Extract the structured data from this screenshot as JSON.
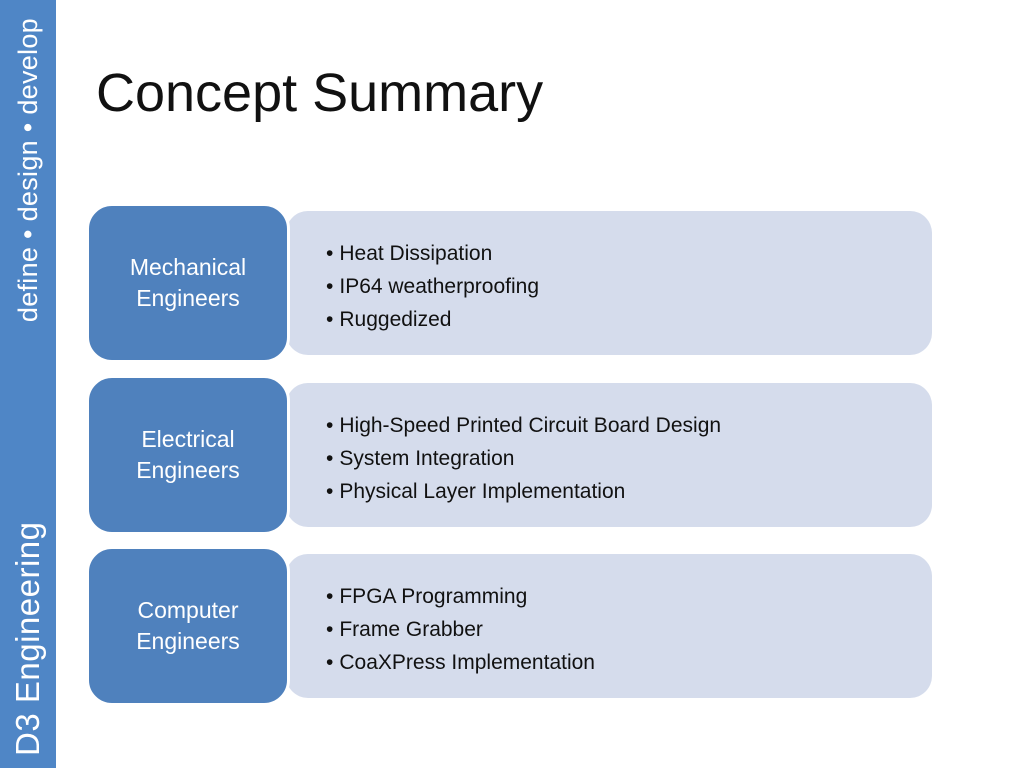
{
  "sidebar": {
    "brand": "D3 Engineering",
    "tagline": "define • design • develop"
  },
  "slide": {
    "title": "Concept Summary"
  },
  "colors": {
    "sidebar": "#4f86c6",
    "group_box": "#4f81bd",
    "detail_box": "#d5dcec"
  },
  "groups": [
    {
      "line1": "Mechanical",
      "line2": "Engineers",
      "items": [
        "Heat Dissipation",
        "IP64 weatherproofing",
        "Ruggedized"
      ]
    },
    {
      "line1": "Electrical",
      "line2": "Engineers",
      "items": [
        "High-Speed Printed Circuit Board Design",
        "System Integration",
        "Physical Layer Implementation"
      ]
    },
    {
      "line1": "Computer",
      "line2": "Engineers",
      "items": [
        "FPGA Programming",
        "Frame Grabber",
        "CoaXPress Implementation"
      ]
    }
  ],
  "bullet": "•"
}
